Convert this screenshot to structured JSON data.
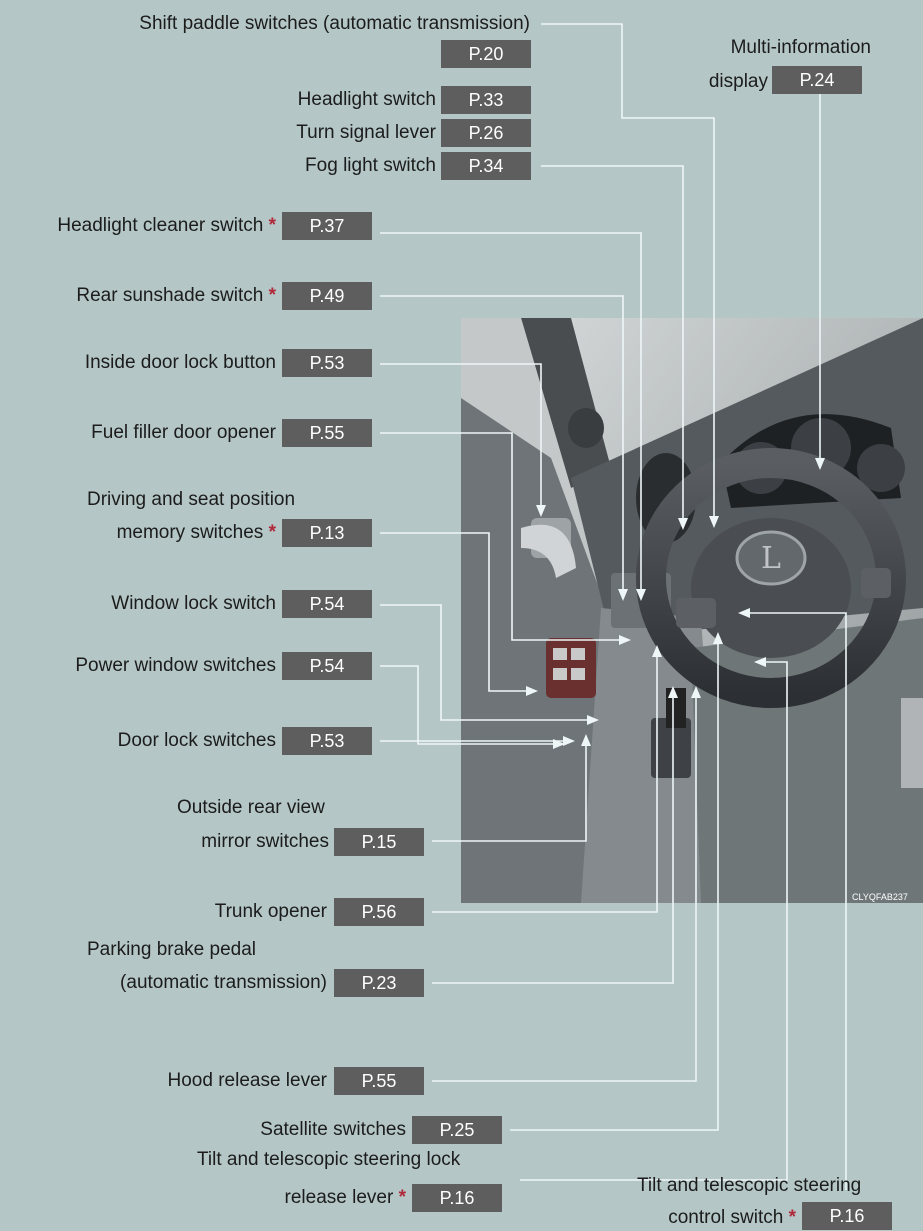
{
  "callouts": {
    "shift_paddle": {
      "label": "Shift paddle switches (automatic transmission)",
      "page": "P.20"
    },
    "multi_info": {
      "label_line1": "Multi-information",
      "label_line2": "display",
      "page": "P.24"
    },
    "headlight": {
      "label": "Headlight switch",
      "page": "P.33"
    },
    "turn_signal": {
      "label": "Turn signal lever",
      "page": "P.26"
    },
    "fog_light": {
      "label": "Fog light switch",
      "page": "P.34"
    },
    "headlight_cleaner": {
      "label": "Headlight cleaner switch",
      "star": "*",
      "page": "P.37"
    },
    "rear_sunshade": {
      "label": "Rear sunshade switch",
      "star": "*",
      "page": "P.49"
    },
    "inside_door_lock": {
      "label": "Inside door lock button",
      "page": "P.53"
    },
    "fuel_filler": {
      "label": "Fuel filler door opener",
      "page": "P.55"
    },
    "memory": {
      "label_line1": "Driving and seat position",
      "label_line2": "memory switches",
      "star": "*",
      "page": "P.13"
    },
    "window_lock": {
      "label": "Window lock switch",
      "page": "P.54"
    },
    "power_window": {
      "label": "Power window switches",
      "page": "P.54"
    },
    "door_lock": {
      "label": "Door lock switches",
      "page": "P.53"
    },
    "mirror": {
      "label_line1": "Outside rear view",
      "label_line2": "mirror switches",
      "page": "P.15"
    },
    "trunk": {
      "label": "Trunk opener",
      "page": "P.56"
    },
    "parking_brake": {
      "label_line1": "Parking brake pedal",
      "label_line2": "(automatic transmission)",
      "page": "P.23"
    },
    "hood": {
      "label": "Hood release lever",
      "page": "P.55"
    },
    "satellite": {
      "label": "Satellite switches",
      "page": "P.25"
    },
    "tilt_lock": {
      "label_line1": "Tilt and telescopic steering lock",
      "label_line2": "release lever",
      "star": "*",
      "page": "P.16"
    },
    "tilt_control": {
      "label_line1": "Tilt and telescopic steering",
      "label_line2": "control switch",
      "star": "*",
      "page": "P.16"
    }
  },
  "image_code": "CLYQFAB237",
  "colors": {
    "background": "#b4c6c6",
    "page_box": "#5e5e5e",
    "asterisk": "#b0283a",
    "leader_line": "#eef6f8"
  }
}
